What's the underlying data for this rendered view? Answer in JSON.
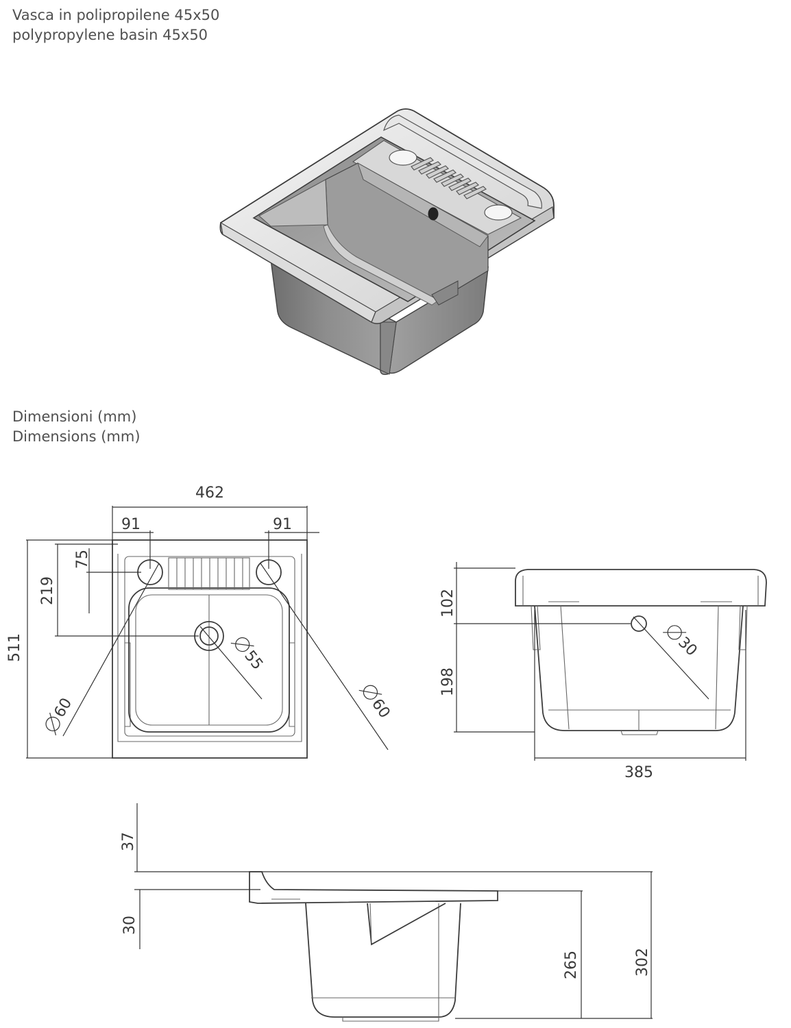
{
  "header": {
    "title_it": "Vasca in polipropilene 45x50",
    "title_en": "polypropylene basin 45x50"
  },
  "dimensions_header": {
    "label_it": "Dimensioni (mm)",
    "label_en": "Dimensions (mm)"
  },
  "top_view": {
    "width": "462",
    "hole_offset_left": "91",
    "hole_offset_right": "91",
    "depth": "511",
    "drain_offset": "219",
    "hole_row_offset": "75",
    "hole_left_dia": "60",
    "hole_right_dia": "60",
    "drain_dia": "55"
  },
  "front_view": {
    "rim_height": "102",
    "tub_height": "198",
    "overflow_dia": "30",
    "bottom_width": "385"
  },
  "side_view": {
    "rim_step": "37",
    "rim_thickness": "30",
    "tub_height": "265",
    "total_height": "302"
  }
}
